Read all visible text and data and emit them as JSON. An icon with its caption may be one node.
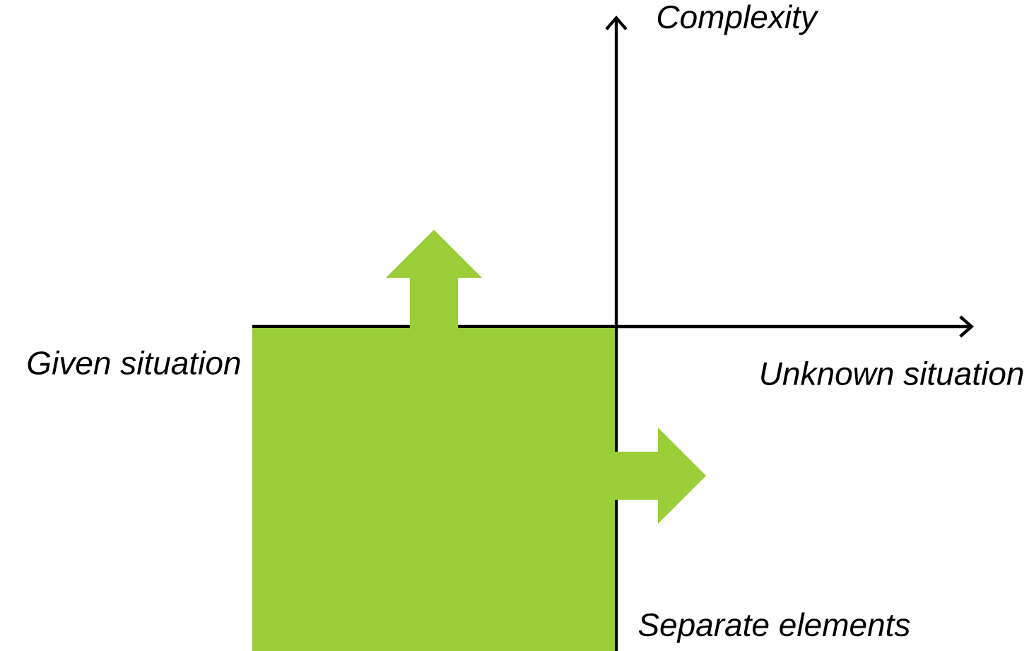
{
  "diagram": {
    "labels": [
      "Complexity",
      "Given situation",
      "Unknown situation",
      "Separate elements"
    ]
  }
}
